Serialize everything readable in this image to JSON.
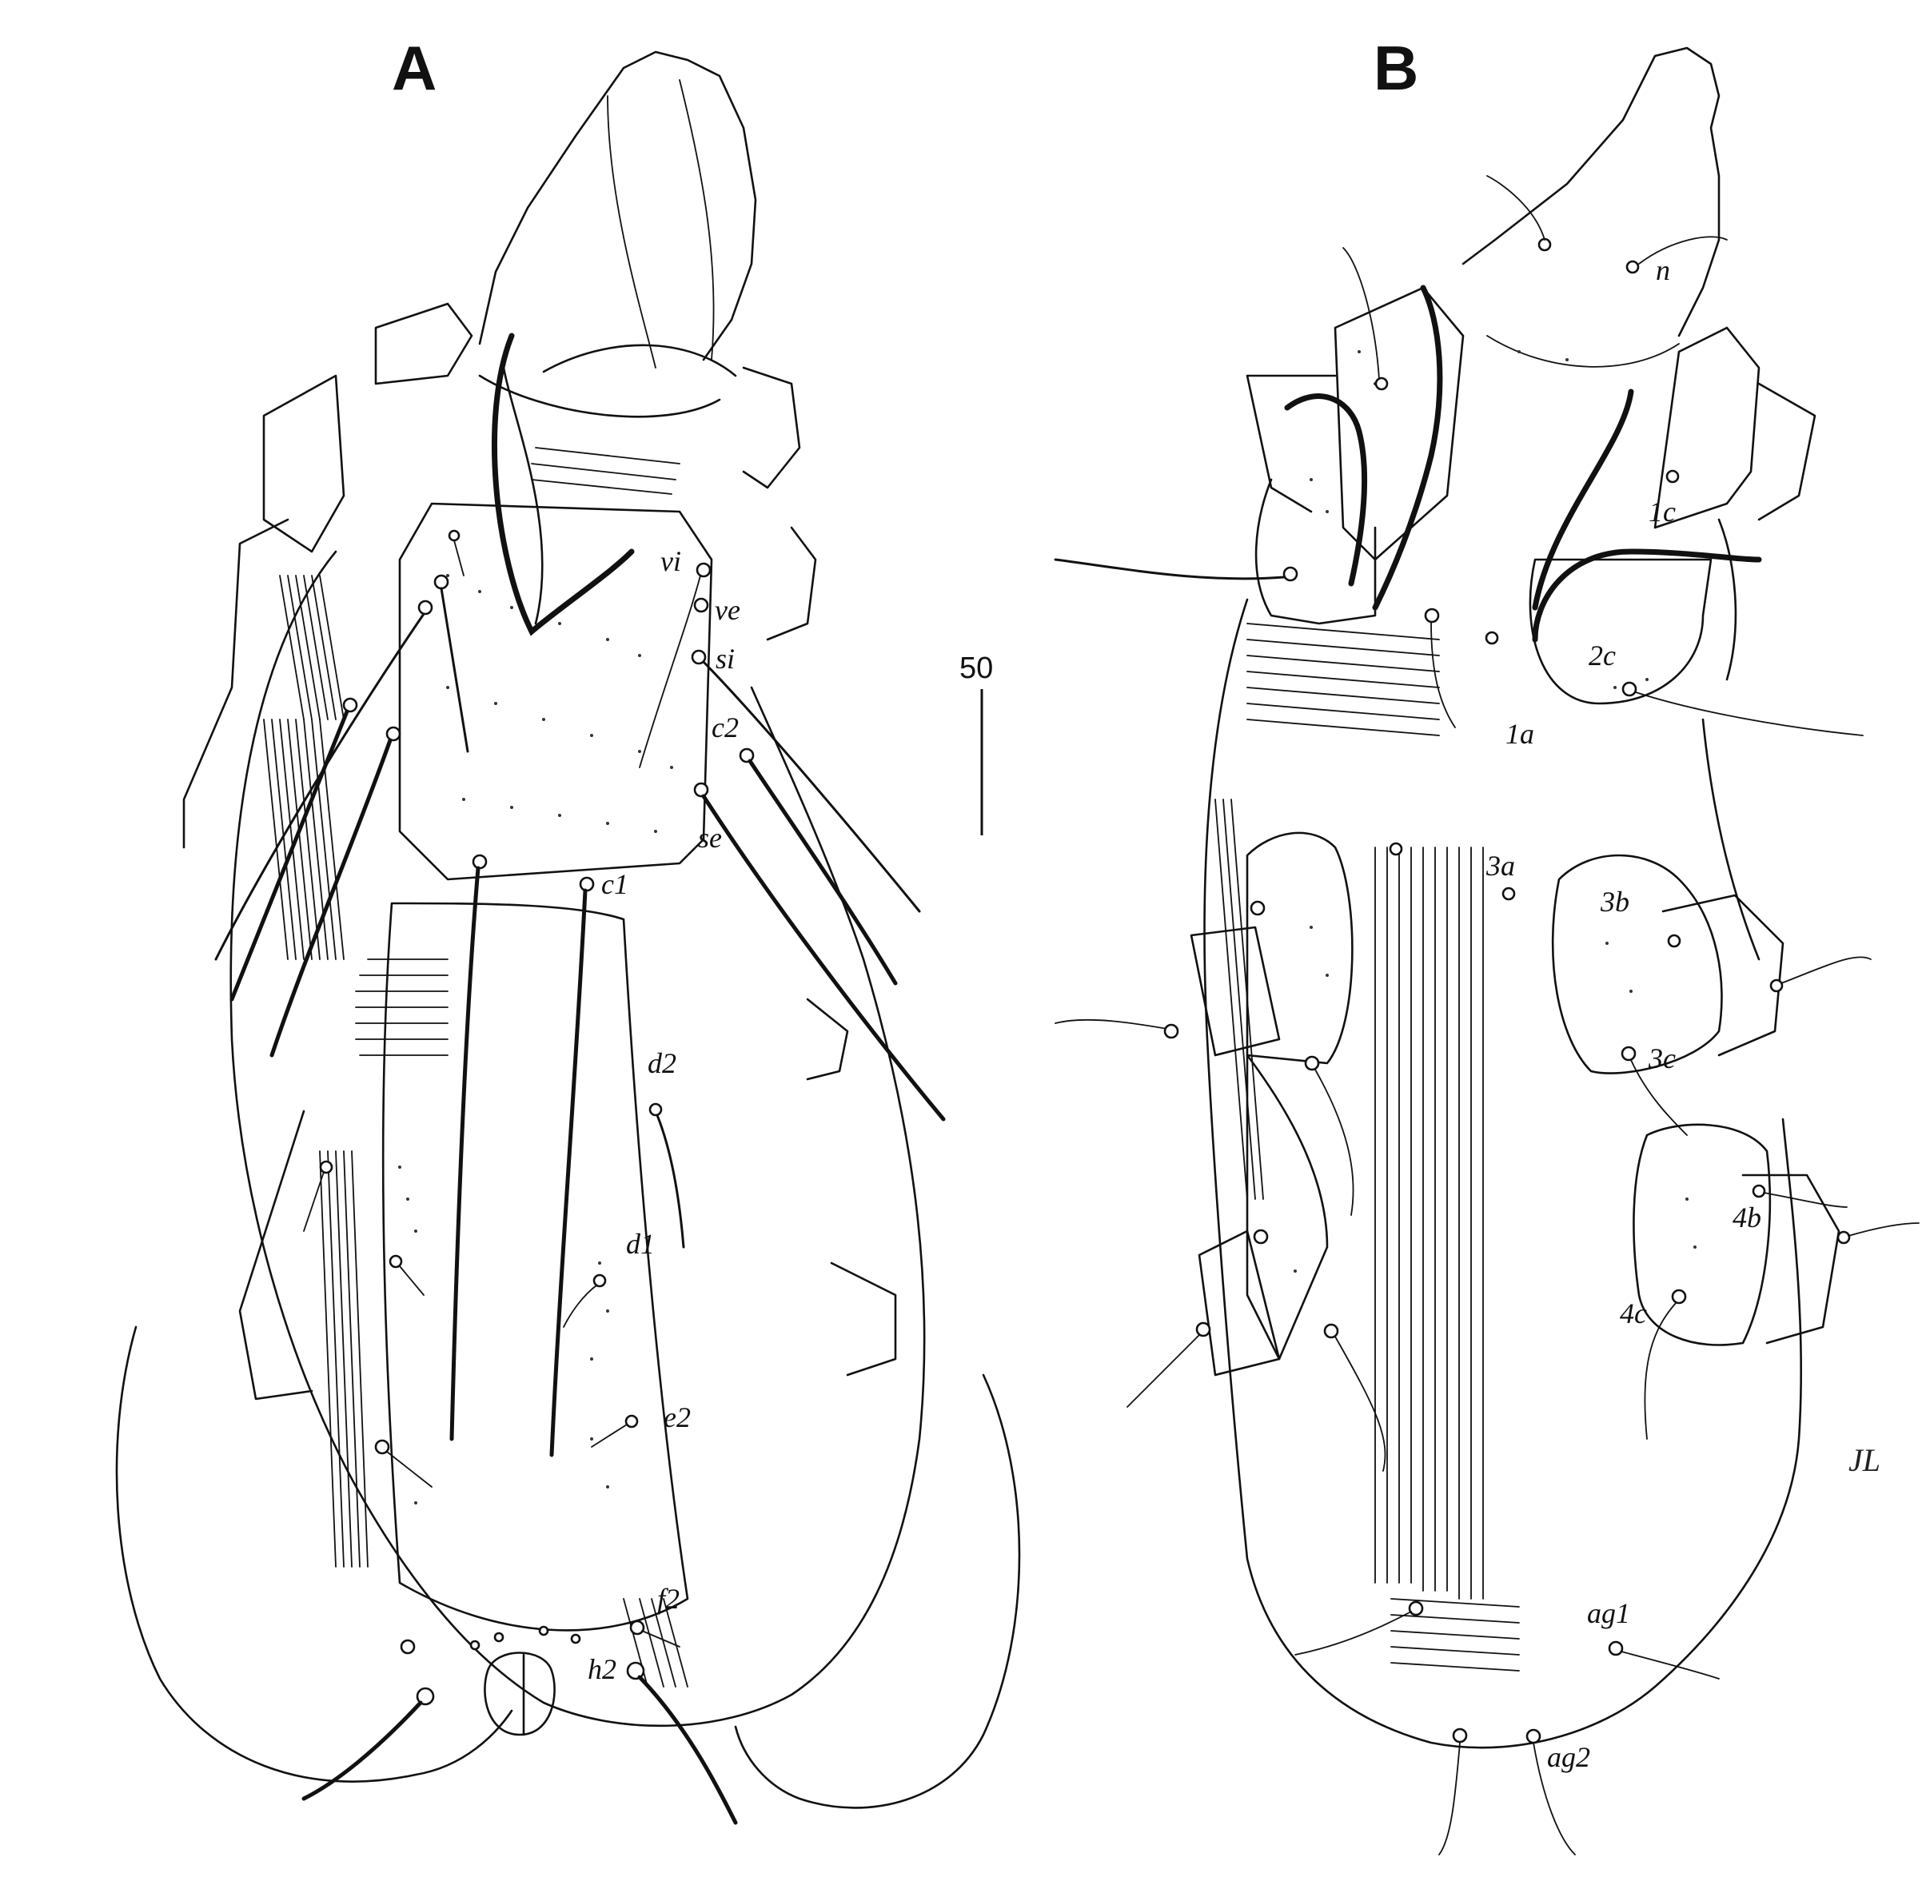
{
  "figure": {
    "panels": [
      {
        "label": "A",
        "setae": [
          "vi",
          "ve",
          "si",
          "c2",
          "se",
          "c1",
          "d2",
          "d1",
          "e2",
          "f2",
          "h2"
        ]
      },
      {
        "label": "B",
        "setae": [
          "n",
          "1c",
          "2c",
          "1a",
          "3a",
          "3b",
          "3c",
          "4b",
          "4c",
          "ag1",
          "ag2"
        ]
      }
    ],
    "scale_bar": {
      "value": "50"
    },
    "signature": "JL"
  }
}
